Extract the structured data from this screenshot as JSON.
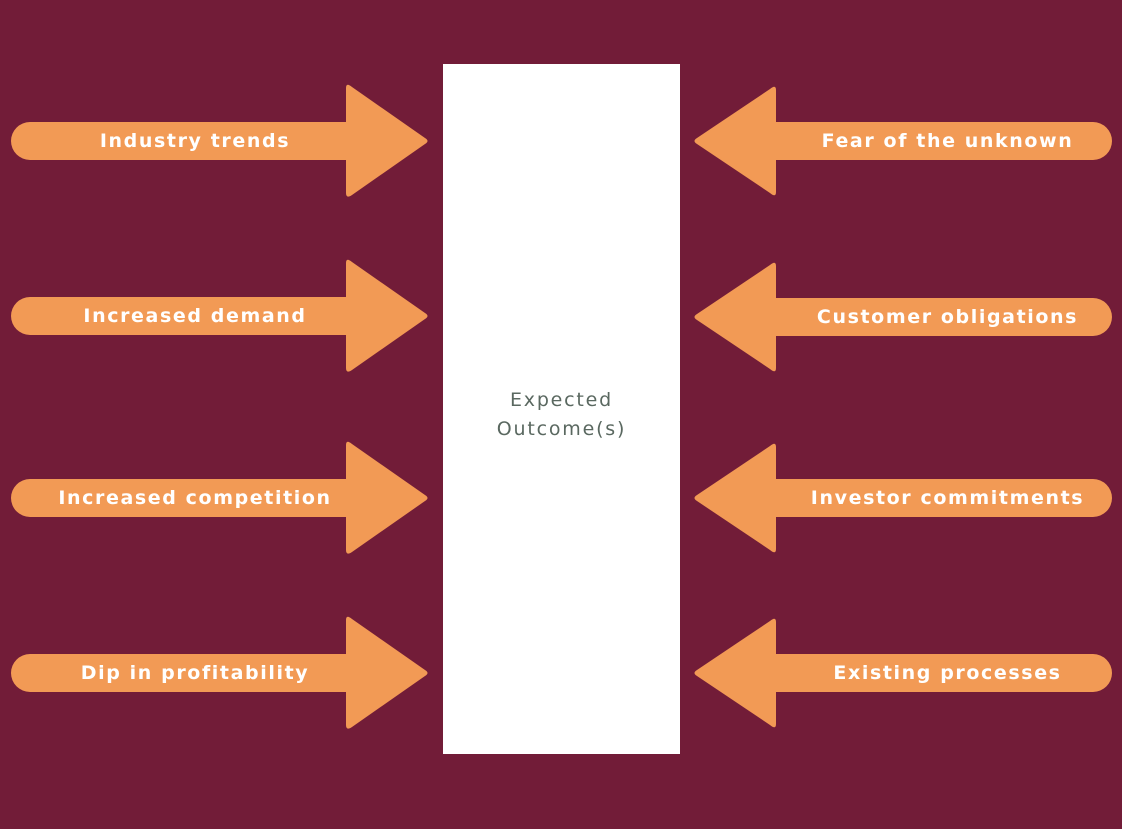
{
  "center": {
    "line1": "Expected",
    "line2": "Outcome(s)"
  },
  "left_arrows": [
    {
      "label": "Industry trends"
    },
    {
      "label": "Increased demand"
    },
    {
      "label": "Increased competition"
    },
    {
      "label": "Dip in profitability"
    }
  ],
  "right_arrows": [
    {
      "label": "Fear of the unknown"
    },
    {
      "label": "Customer obligations"
    },
    {
      "label": "Investor commitments"
    },
    {
      "label": "Existing processes"
    }
  ],
  "colors": {
    "background": "#721c38",
    "arrow": "#f29a55",
    "box": "#ffffff",
    "center_text": "#5a6860"
  }
}
